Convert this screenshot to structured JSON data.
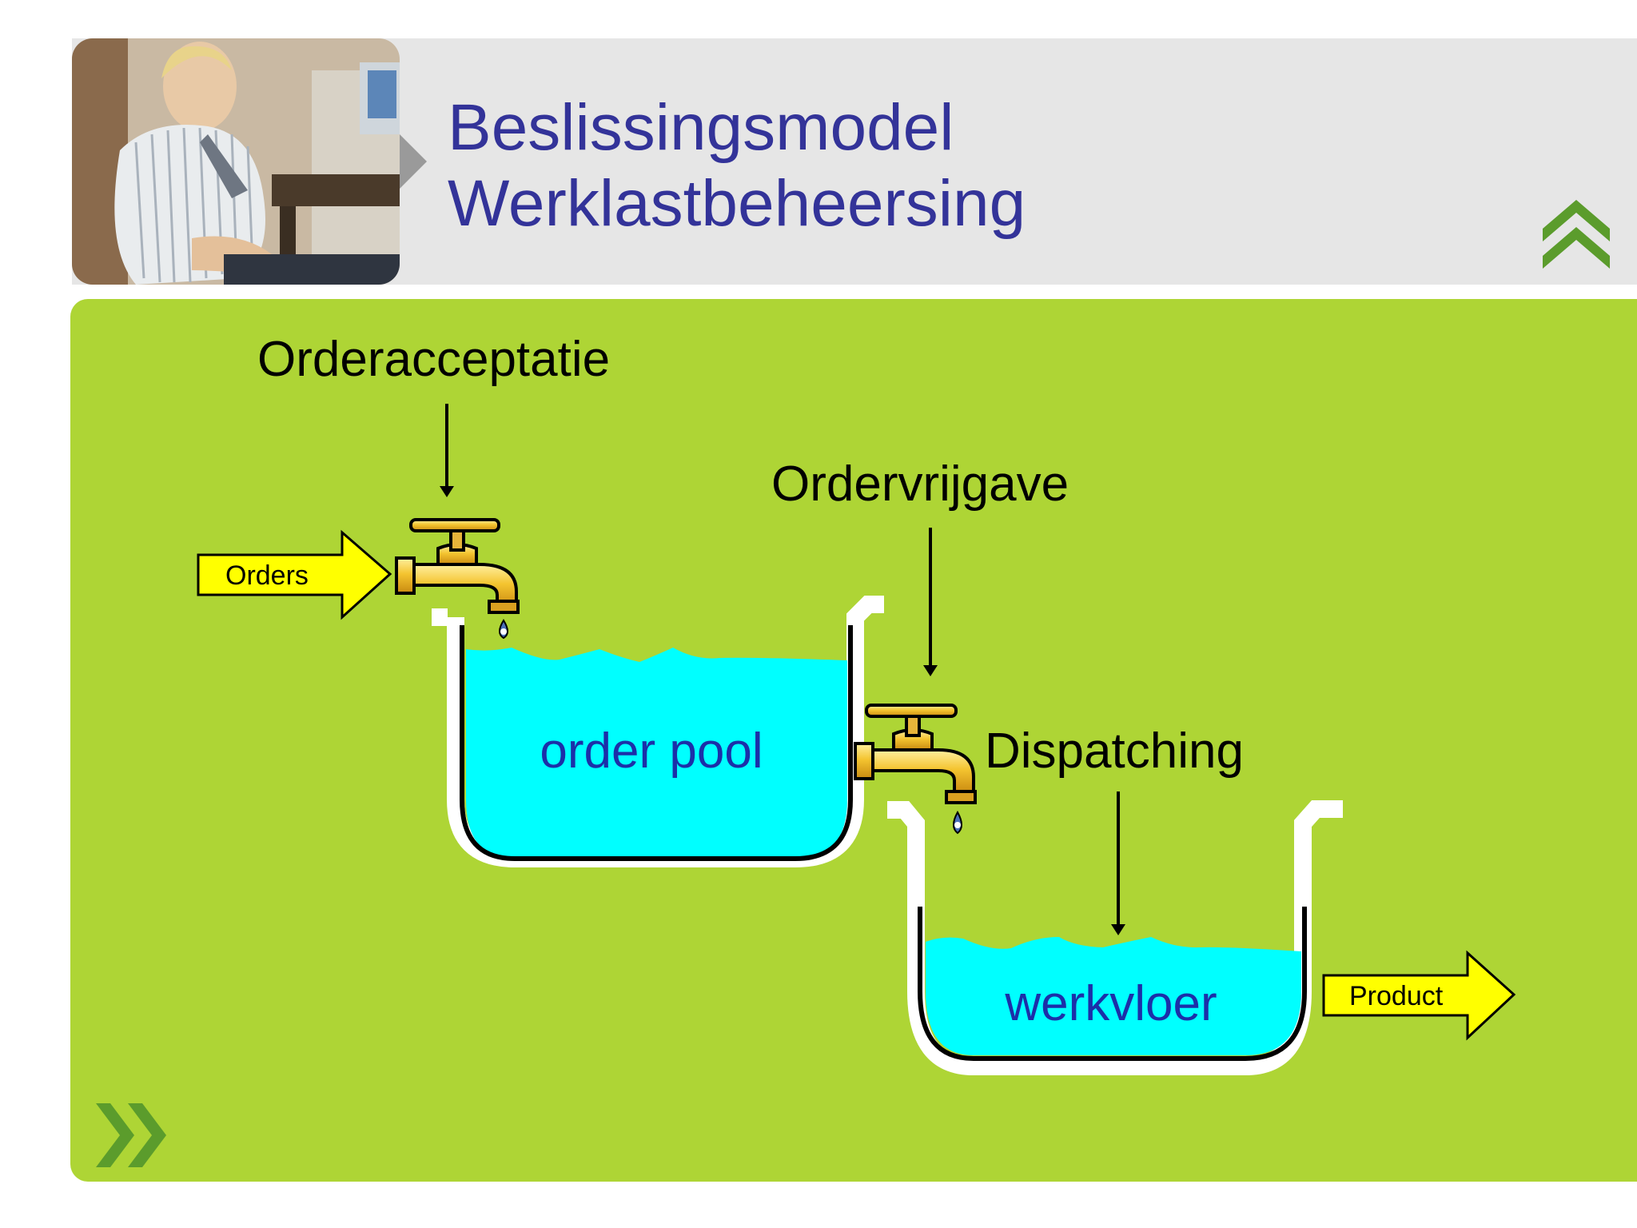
{
  "header": {
    "title_line1": "Beslissingsmodel",
    "title_line2": "Werklastbeheersing"
  },
  "diagram": {
    "order_acceptance": "Orderacceptatie",
    "order_release": "Ordervrijgave",
    "dispatching": "Dispatching",
    "orders_in": "Orders",
    "product_out": "Product",
    "pool_label": "order pool",
    "floor_label": "werkvloer"
  },
  "colors": {
    "title": "#333399",
    "panel": "#aed535",
    "water": "#00ffff",
    "arrow_fill": "#ffff00",
    "chevron": "#5b9c2c"
  }
}
